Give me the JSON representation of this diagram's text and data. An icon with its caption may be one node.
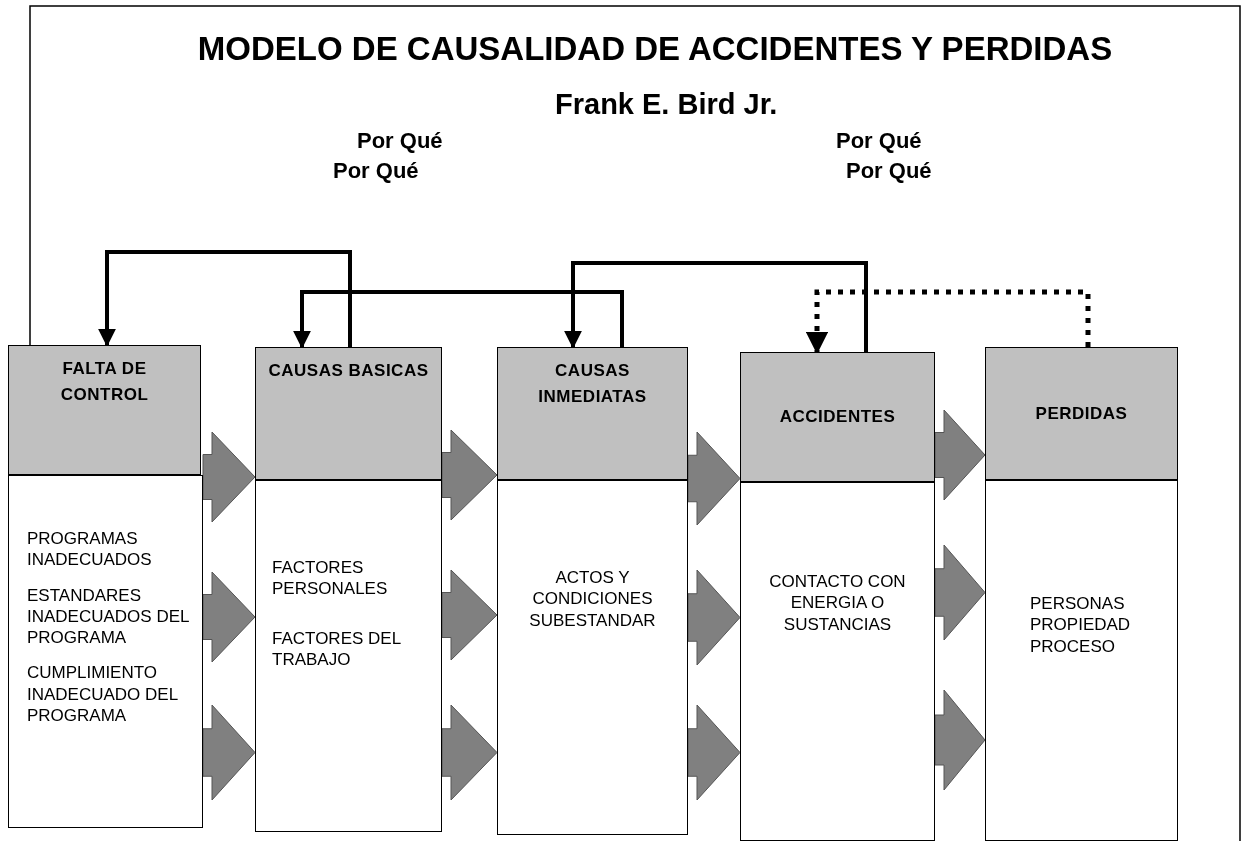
{
  "diagram": {
    "title": "MODELO DE CAUSALIDAD DE ACCIDENTES Y PERDIDAS",
    "nodes": [
      {
        "text": [
          "FALTA DE CONTROL"
        ]
      },
      {
        "text": [
          "PROGRAMAS INADECUADOS",
          "ESTANDARES INADECUADOS DEL PROGRAMA",
          "CUMPLIMIENTO INADECUADO DEL PROGRAMA"
        ]
      },
      {
        "text": [
          "CAUSAS BASICAS"
        ]
      },
      {
        "text": [
          "FACTORES PERSONALES",
          "FACTORES DEL TRABAJO"
        ]
      },
      {
        "text": [
          "CAUSAS INMEDIATAS"
        ]
      },
      {
        "text": [
          "ACTOS Y CONDICIONES SUBESTANDAR"
        ]
      },
      {
        "text": [
          "ACCIDENTES"
        ]
      },
      {
        "text": [
          "CONTACTO CON ENERGIA O SUSTANCIAS"
        ]
      },
      {
        "text": [
          "PERDIDAS"
        ]
      },
      {
        "text": [
          "PERSONAS PROPIEDAD PROCESO"
        ]
      }
    ],
    "edges": [
      {
        "from": 2,
        "to": 0,
        "arrow": "to"
      },
      {
        "from": 4,
        "to": 2,
        "arrow": "to"
      },
      {
        "from": 6,
        "to": 4,
        "arrow": "to"
      },
      {
        "from": 8,
        "to": 6,
        "arrow": "to",
        "style": "dashed"
      },
      {
        "from": 1,
        "to": 3,
        "arrow": "to",
        "style": "thick",
        "color": "#808080"
      },
      {
        "from": 1,
        "to": 3,
        "arrow": "to",
        "style": "thick",
        "color": "#808080"
      },
      {
        "from": 1,
        "to": 3,
        "arrow": "to",
        "style": "thick",
        "color": "#808080"
      },
      {
        "from": 3,
        "to": 5,
        "arrow": "to",
        "style": "thick",
        "color": "#808080"
      },
      {
        "from": 3,
        "to": 5,
        "arrow": "to",
        "style": "thick",
        "color": "#808080"
      },
      {
        "from": 3,
        "to": 5,
        "arrow": "to",
        "style": "thick",
        "color": "#808080"
      },
      {
        "from": 5,
        "to": 7,
        "arrow": "to",
        "style": "thick",
        "color": "#808080"
      },
      {
        "from": 5,
        "to": 7,
        "arrow": "to",
        "style": "thick",
        "color": "#808080"
      },
      {
        "from": 5,
        "to": 7,
        "arrow": "to",
        "style": "thick",
        "color": "#808080"
      },
      {
        "from": 7,
        "to": 9,
        "arrow": "to",
        "style": "thick",
        "color": "#808080"
      },
      {
        "from": 7,
        "to": 9,
        "arrow": "to",
        "style": "thick",
        "color": "#808080"
      },
      {
        "from": 7,
        "to": 9,
        "arrow": "to",
        "style": "thick",
        "color": "#808080"
      }
    ],
    "labels": [
      "Frank E. Bird Jr.",
      "Por Qué",
      "Por Qué",
      "Por Qué",
      "Por Qué"
    ]
  }
}
